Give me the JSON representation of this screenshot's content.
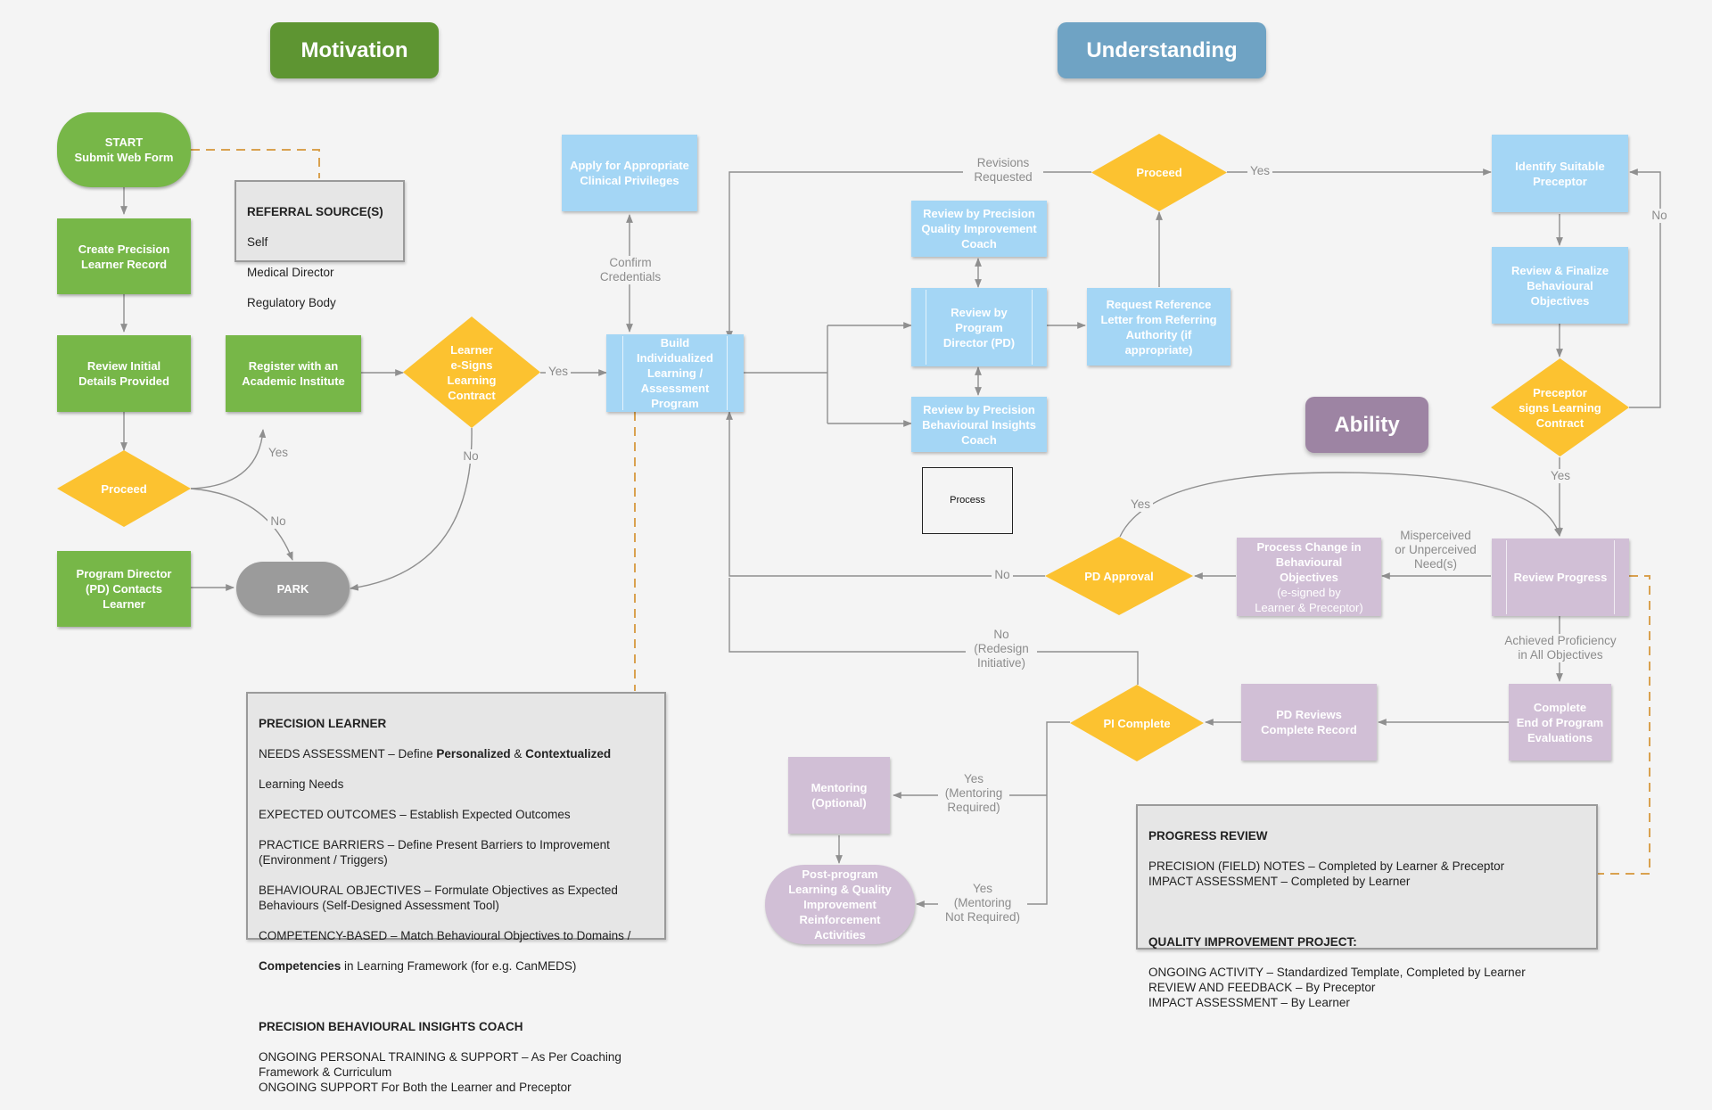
{
  "headers": {
    "motivation": {
      "label": "Motivation",
      "color": "#5e9532"
    },
    "understanding": {
      "label": "Understanding",
      "color": "#6fa3c4"
    },
    "ability": {
      "label": "Ability",
      "color": "#9d84a3"
    }
  },
  "nodes": {
    "start": "START\nSubmit Web Form",
    "create_record": "Create Precision\nLearner Record",
    "review_initial": "Review Initial\nDetails Provided",
    "register": "Register with an\nAcademic Institute",
    "learner_esigns": "Learner\ne-Signs\nLearning\nContract",
    "proceed_1": "Proceed",
    "pd_contacts": "Program Director\n(PD) Contacts\nLearner",
    "park": "PARK",
    "apply_privileges": "Apply for Appropriate\nClinical Privileges",
    "build_program": "Build\nIndividualized\nLearning /\nAssessment\nProgram",
    "review_qi_coach": "Review by Precision\nQuality Improvement\nCoach",
    "review_pd": "Review by\nProgram\nDirector (PD)",
    "review_bi_coach": "Review by Precision\nBehavioural Insights\nCoach",
    "process": "Process",
    "request_letter": "Request Reference\nLetter from Referring\nAuthority (if\nappropriate)",
    "proceed_2": "Proceed",
    "identify_preceptor": "Identify Suitable\nPreceptor",
    "review_finalize": "Review & Finalize\nBehavioural\nObjectives",
    "preceptor_signs": "Preceptor\nsigns Learning\nContract",
    "review_progress": "Review Progress",
    "process_change_1": "Process Change in\nBehavioural\nObjectives",
    "process_change_2": "(e-signed by\nLearner & Preceptor)",
    "pd_approval": "PD Approval",
    "complete_evals": "Complete\nEnd of Program\nEvaluations",
    "pd_reviews": "PD Reviews\nComplete Record",
    "pi_complete": "PI Complete",
    "mentoring": "Mentoring\n(Optional)",
    "post_program": "Post-program\nLearning & Quality\nImprovement\nReinforcement\nActivities"
  },
  "referral": {
    "title": "REFERRAL SOURCE(S)",
    "items": [
      "Self",
      "Medical Director",
      "Regulatory Body"
    ]
  },
  "precision_learner_note": {
    "title": "PRECISION LEARNER",
    "needs_1": "NEEDS ASSESSMENT – Define ",
    "needs_b1": "Personalized",
    "needs_amp": " & ",
    "needs_b2": "Contextualized",
    "needs_2": "Learning Needs",
    "expected": "EXPECTED OUTCOMES – Establish Expected Outcomes",
    "barriers": "PRACTICE BARRIERS – Define Present Barriers to Improvement\n(Environment / Triggers)",
    "behavioural": "BEHAVIOURAL OBJECTIVES – Formulate Objectives as Expected\nBehaviours (Self-Designed Assessment Tool)",
    "competency_1": "COMPETENCY-BASED – Match Behavioural Objectives to Domains /",
    "competency_b": "Competencies",
    "competency_2": " in Learning Framework (for e.g. CanMEDS)",
    "coach_title": "PRECISION BEHAVIOURAL INSIGHTS COACH",
    "coach_lines": "ONGOING PERSONAL TRAINING & SUPPORT – As Per Coaching\nFramework & Curriculum\nONGOING SUPPORT For Both the Learner and Preceptor"
  },
  "progress_note": {
    "title": "PROGRESS REVIEW",
    "lines_1": "PRECISION (FIELD) NOTES – Completed by Learner & Preceptor\nIMPACT ASSESSMENT – Completed by Learner",
    "qi_title": "QUALITY IMPROVEMENT PROJECT:",
    "lines_2": "ONGOING ACTIVITY – Standardized Template, Completed by Learner\nREVIEW AND FEEDBACK – By Preceptor\nIMPACT ASSESSMENT – By Learner"
  },
  "edge_labels": {
    "yes_register": "Yes",
    "no_park": "No",
    "yes_build": "Yes",
    "no_learner": "No",
    "confirm": "Confirm\nCredentials",
    "revisions": "Revisions\nRequested",
    "yes_identify": "Yes",
    "no_preceptor": "No",
    "yes_review": "Yes",
    "yes_pd_approval": "Yes",
    "misperceived": "Misperceived\nor Unperceived\nNeed(s)",
    "no_pd_approval": "No",
    "no_redesign": "No\n(Redesign\nInitiative)",
    "achieved": "Achieved Proficiency\nin All Objectives",
    "yes_mentoring": "Yes\n(Mentoring\nRequired)",
    "yes_not_required": "Yes\n(Mentoring\nNot Required)"
  },
  "colors": {
    "green": "#77b748",
    "blue": "#a4d6f5",
    "purple": "#d1bfd6",
    "yellow": "#fcc230",
    "grey_node": "#9b9b9b",
    "connector": "#8f8f8f",
    "dashed": "#d9a14f"
  }
}
